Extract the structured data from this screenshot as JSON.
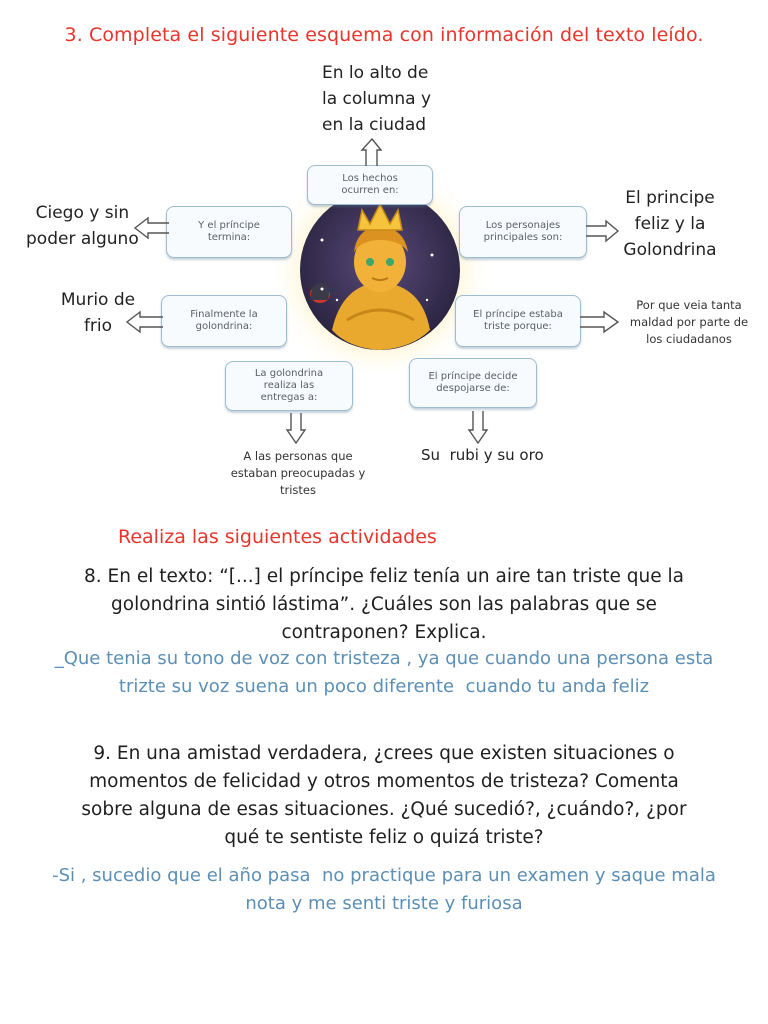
{
  "heading": "3. Completa el siguiente esquema con información del texto leído.",
  "scheme": {
    "boxes": {
      "hechos": [
        "Los hechos",
        "ocurren en:"
      ],
      "termina": [
        "Y el príncipe",
        "termina:"
      ],
      "personajes": [
        "Los personajes",
        "principales son:"
      ],
      "golondrina": [
        "Finalmente la",
        "golondrina:"
      ],
      "triste": [
        "El príncipe estaba",
        "triste porque:"
      ],
      "entregas": [
        "La golondrina",
        "realiza las",
        "entregas a:"
      ],
      "despojarse": [
        "El príncipe decide",
        "despojarse de:"
      ]
    },
    "answers": {
      "hechos": [
        "En lo alto de",
        "la columna y",
        "en la ciudad"
      ],
      "termina": [
        "Ciego y sin",
        "poder alguno"
      ],
      "personajes": [
        "El principe",
        "feliz y la",
        "Golondrina"
      ],
      "golondrina": [
        "Murio de",
        "frio"
      ],
      "triste": [
        "Por que veia tanta",
        "maldad por parte de",
        "los ciudadanos"
      ],
      "entregas": [
        "A las personas que",
        "estaban preocupadas y",
        "tristes"
      ],
      "despojarse": "Su  rubi y su oro"
    }
  },
  "activities_title": "Realiza las siguientes actividades",
  "q8": {
    "lines": [
      "8. En el texto: “[...] el príncipe feliz tenía un aire tan triste que la",
      "golondrina sintió lástima”. ¿Cuáles son las palabras que se",
      "contraponen? Explica."
    ],
    "answer": [
      "_Que tenia su tono de voz con tristeza , ya que cuando una persona esta",
      "trizte su voz suena un poco diferente  cuando tu anda feliz"
    ]
  },
  "q9": {
    "lines": [
      "9. En una amistad verdadera, ¿crees que existen situaciones o",
      "momentos de felicidad y otros momentos de tristeza? Comenta",
      "sobre alguna de esas situaciones. ¿Qué sucedió?, ¿cuándo?, ¿por",
      "qué te sentiste feliz o quizá triste?"
    ],
    "answer": [
      "-Si , sucedio que el año pasa  no practique para un examen y saque mala",
      "nota y me senti triste y furiosa"
    ]
  },
  "colors": {
    "heading": "#e8352b",
    "answer_blue": "#5c8fb5",
    "box_border": "#9dbdd3"
  }
}
